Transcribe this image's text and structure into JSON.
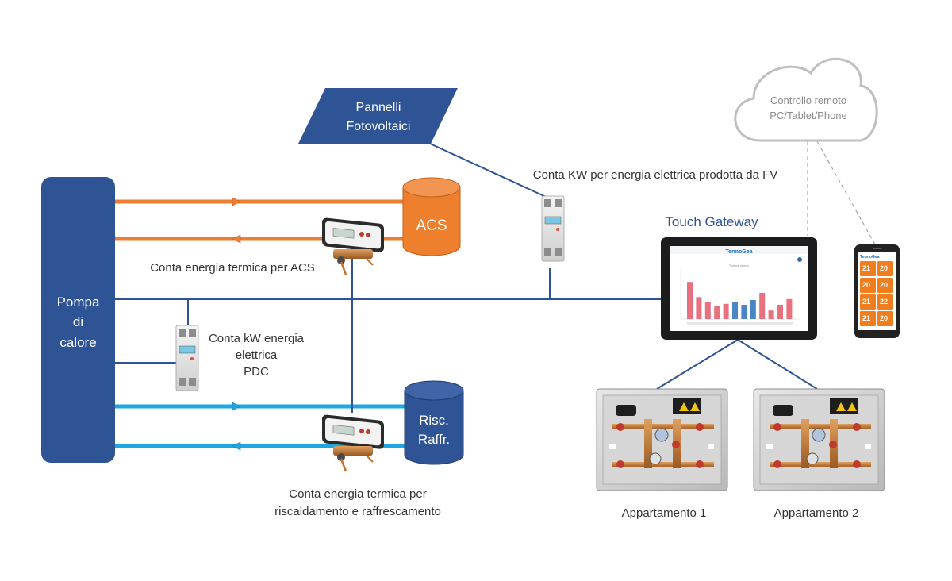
{
  "nodes": {
    "heat_pump": [
      "Pompa",
      "di",
      "calore"
    ],
    "pv_panels": [
      "Pannelli",
      "Fotovoltaici"
    ],
    "acs_tank": "ACS",
    "heating_tank": [
      "Risc.",
      "Raffr."
    ],
    "cloud": [
      "Controllo remoto",
      "PC/Tablet/Phone"
    ],
    "gateway_title": "Touch Gateway",
    "apartment_1": "Appartamento 1",
    "apartment_2": "Appartamento 2"
  },
  "labels": {
    "pv_meter": "Conta KW per energia elettrica prodotta da FV",
    "acs_meter": "Conta energia termica per  ACS",
    "pdc_meter": [
      "Conta kW energia",
      "elettrica",
      "PDC"
    ],
    "heating_meter": [
      "Conta energia termica per",
      "riscaldamento e raffrescamento"
    ]
  },
  "gateway_screen": {
    "brand": "TermoGea",
    "chart_title": "Thermal energy",
    "bar_levels": [
      0.78,
      0.46,
      0.36,
      0.28,
      0.32,
      0.36,
      0.3,
      0.4,
      0.55,
      0.18,
      0.3,
      0.42
    ]
  },
  "phone_tiles": [
    "21",
    "20",
    "20",
    "20",
    "21",
    "22",
    "21",
    "20"
  ],
  "colors": {
    "dark_blue": "#2f5496",
    "orange_pipe": "#ed7d31",
    "tank_orange": "#ee7f2d",
    "light_blue_pipe": "#1ea7e1",
    "cloud_gray": "#bfbfbf"
  }
}
